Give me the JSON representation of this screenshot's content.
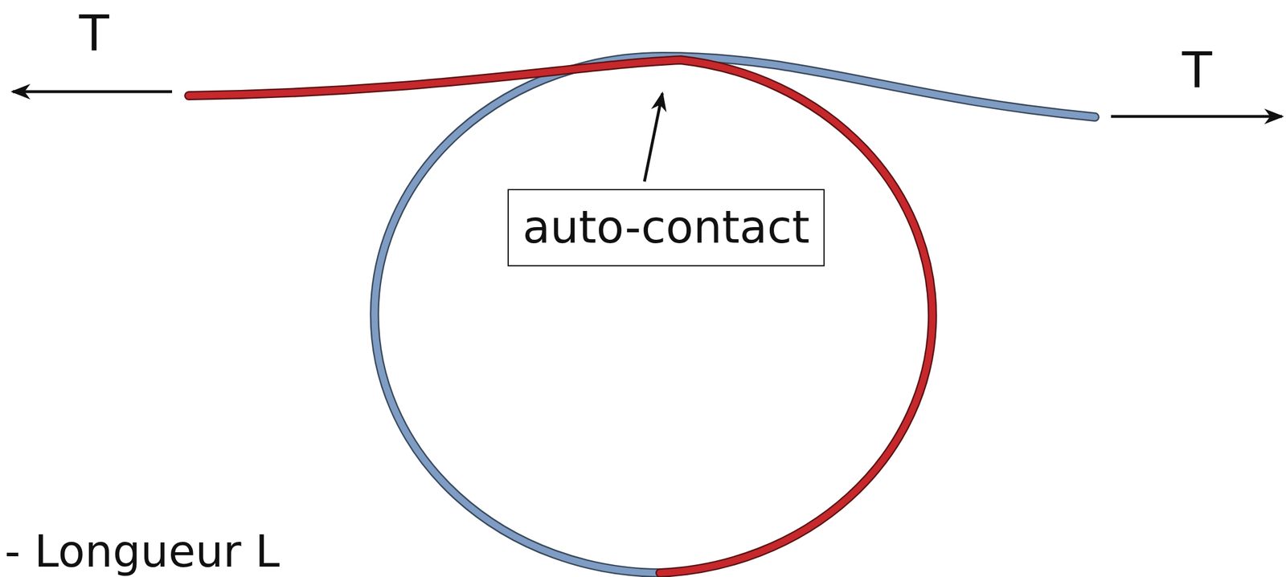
{
  "diagram": {
    "nodes": [
      {
        "text": [
          "auto-contact"
        ]
      }
    ],
    "labels": [
      "T",
      "T",
      "- Longueur L"
    ]
  }
}
